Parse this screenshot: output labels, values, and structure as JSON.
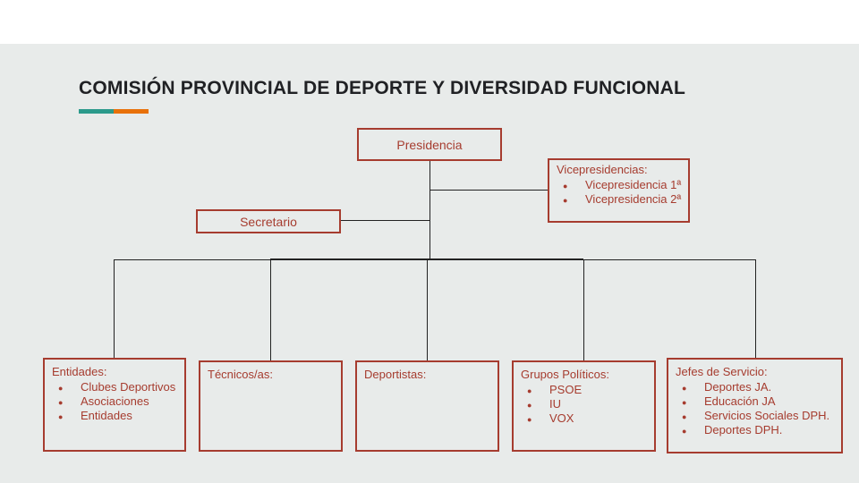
{
  "slide": {
    "title": "COMISIÓN PROVINCIAL DE DEPORTE Y DIVERSIDAD FUNCIONAL",
    "colors": {
      "background": "#e8ebea",
      "top_strip": "#ffffff",
      "box_border": "#a63c2f",
      "box_text": "#a63c2f",
      "title_text": "#202124",
      "accent_teal": "#2b9a8b",
      "accent_orange": "#e8710a",
      "connector": "#222222"
    }
  },
  "org": {
    "presidencia": {
      "label": "Presidencia"
    },
    "vicepresidencias": {
      "header": "Vicepresidencias:",
      "items": [
        "Vicepresidencia 1ª",
        "Vicepresidencia 2ª"
      ]
    },
    "secretario": {
      "label": "Secretario"
    },
    "bottom_boxes": [
      {
        "header": "Entidades:",
        "items": [
          "Clubes Deportivos",
          "Asociaciones",
          "Entidades"
        ]
      },
      {
        "header": "Técnicos/as:",
        "items": []
      },
      {
        "header": "Deportistas:",
        "items": []
      },
      {
        "header": "Grupos Políticos:",
        "items": [
          "PSOE",
          "IU",
          "VOX"
        ]
      },
      {
        "header": "Jefes de Servicio:",
        "items": [
          "Deportes JA.",
          "Educación JA",
          "Servicios Sociales DPH.",
          "Deportes DPH."
        ]
      }
    ]
  }
}
